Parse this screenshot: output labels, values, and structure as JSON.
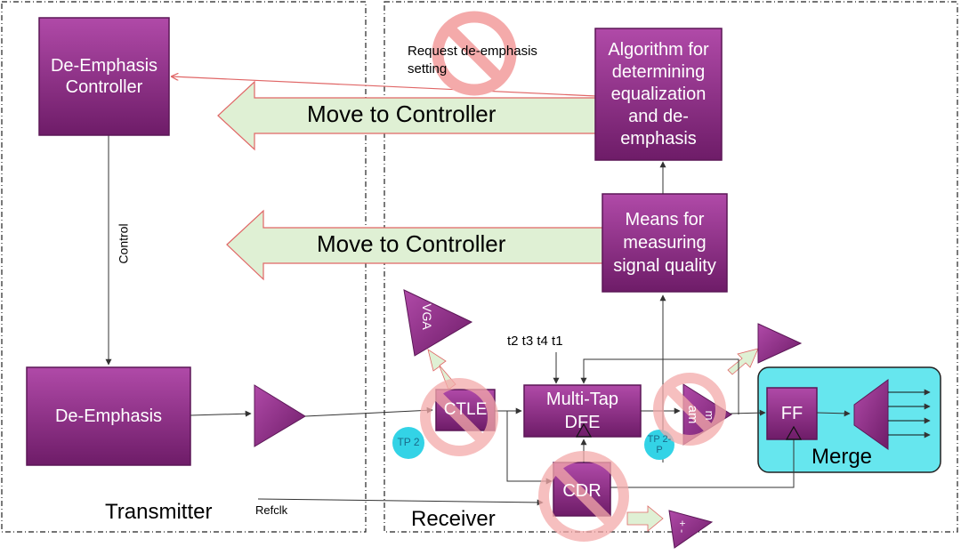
{
  "regions": {
    "transmitter_label": "Transmitter",
    "receiver_label": "Receiver",
    "merge_label": "Merge"
  },
  "blocks": {
    "deemphasis_controller": "De-Emphasis Controller",
    "deemphasis": "De-Emphasis",
    "algorithm": "Algorithm for determining equalization and de-emphasis",
    "means": "Means for measuring signal quality",
    "ctle": "CTLE",
    "dfe_line1": "Multi-Tap",
    "dfe_line2": "DFE",
    "cdr": "CDR",
    "ff": "FF",
    "vga": "VGA",
    "sum_fragment": "am",
    "sum_fragment2": "m",
    "plus_minus": "+ -"
  },
  "labels": {
    "request": "Request de-emphasis setting",
    "move_top": "Move to Controller",
    "move_bottom": "Move to Controller",
    "control": "Control",
    "refclk": "Refclk",
    "taps": "t2 t3 t4 t1",
    "tp2": "TP 2",
    "tp2p": "TP 2-P"
  },
  "colors": {
    "block_purple": "#8e2a88",
    "block_border": "#5c1757",
    "strike_red": "#e06666",
    "arrow_green": "#dff0d4",
    "merge_cyan": "#66e6ee",
    "tp_cyan": "#33d3e6"
  }
}
